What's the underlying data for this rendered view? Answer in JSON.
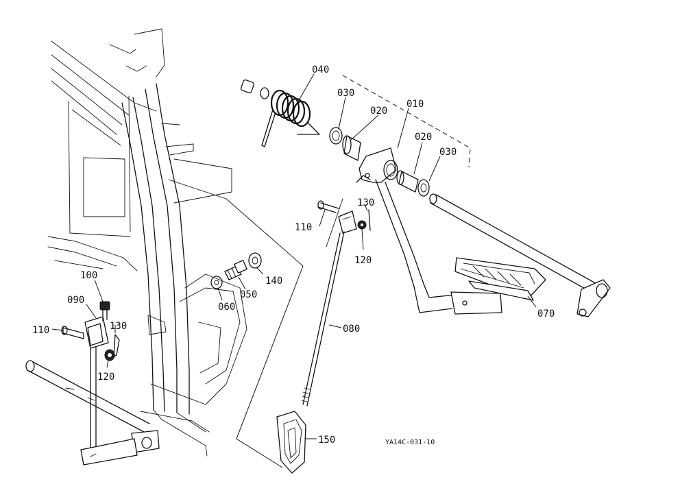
{
  "diagram": {
    "drawing_code": "YA14C-031-10",
    "callouts": [
      {
        "id": "c040",
        "text": "040"
      },
      {
        "id": "c030a",
        "text": "030"
      },
      {
        "id": "c020a",
        "text": "020"
      },
      {
        "id": "c010",
        "text": "010"
      },
      {
        "id": "c020b",
        "text": "020"
      },
      {
        "id": "c030b",
        "text": "030"
      },
      {
        "id": "c130a",
        "text": "130"
      },
      {
        "id": "c110a",
        "text": "110"
      },
      {
        "id": "c120a",
        "text": "120"
      },
      {
        "id": "c100",
        "text": "100"
      },
      {
        "id": "c090",
        "text": "090"
      },
      {
        "id": "c110b",
        "text": "110"
      },
      {
        "id": "c130b",
        "text": "130"
      },
      {
        "id": "c120b",
        "text": "120"
      },
      {
        "id": "c140",
        "text": "140"
      },
      {
        "id": "c050",
        "text": "050"
      },
      {
        "id": "c060",
        "text": "060"
      },
      {
        "id": "c080",
        "text": "080"
      },
      {
        "id": "c070",
        "text": "070"
      },
      {
        "id": "c150",
        "text": "150"
      }
    ]
  }
}
